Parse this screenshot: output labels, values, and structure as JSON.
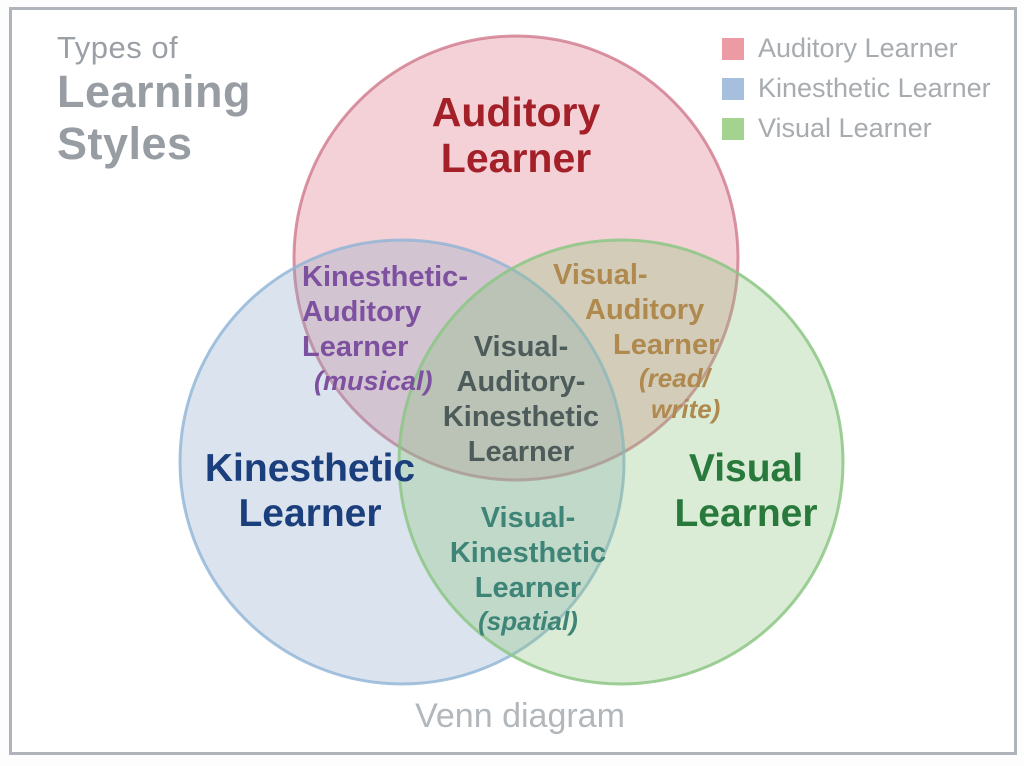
{
  "title": {
    "line1": "Types of",
    "line2": "Learning",
    "line3": "Styles"
  },
  "legend": {
    "items": [
      {
        "label": "Auditory Learner",
        "color": "#ec9ba5"
      },
      {
        "label": "Kinesthetic Learner",
        "color": "#a5bfdc"
      },
      {
        "label": "Visual Learner",
        "color": "#a3d38f"
      }
    ]
  },
  "venn": {
    "circles": [
      {
        "name": "auditory",
        "fill": "#f4d1d7",
        "stroke": "#cc7186"
      },
      {
        "name": "kinesthetic",
        "fill": "#dbe4ee",
        "stroke": "#8fb4d6"
      },
      {
        "name": "visual",
        "fill": "#d9ecd5",
        "stroke": "#8cc785"
      }
    ],
    "regions": {
      "auditory": {
        "lines": [
          "Auditory",
          "Learner"
        ],
        "color": "#a32029"
      },
      "kinesthetic": {
        "lines": [
          "Kinesthetic",
          "Learner"
        ],
        "color": "#1b3e7d"
      },
      "visual": {
        "lines": [
          "Visual",
          "Learner"
        ],
        "color": "#28793c"
      },
      "kinesthetic_auditory": {
        "lines": [
          "Kinesthetic-",
          "Auditory",
          "Learner"
        ],
        "note": "(musical)",
        "color": "#7d50a0"
      },
      "visual_auditory": {
        "lines": [
          "Visual-",
          "Auditory",
          "Learner"
        ],
        "notes": [
          "(read/",
          "write)"
        ],
        "color": "#b0894e"
      },
      "visual_kinesthetic": {
        "lines": [
          "Visual-",
          "Kinesthetic",
          "Learner"
        ],
        "note": "(spatial)",
        "color": "#3f8577"
      },
      "center": {
        "lines": [
          "Visual-",
          "Auditory-",
          "Kinesthetic",
          "Learner"
        ],
        "color": "#4d5c5a"
      }
    }
  },
  "caption": "Venn diagram"
}
